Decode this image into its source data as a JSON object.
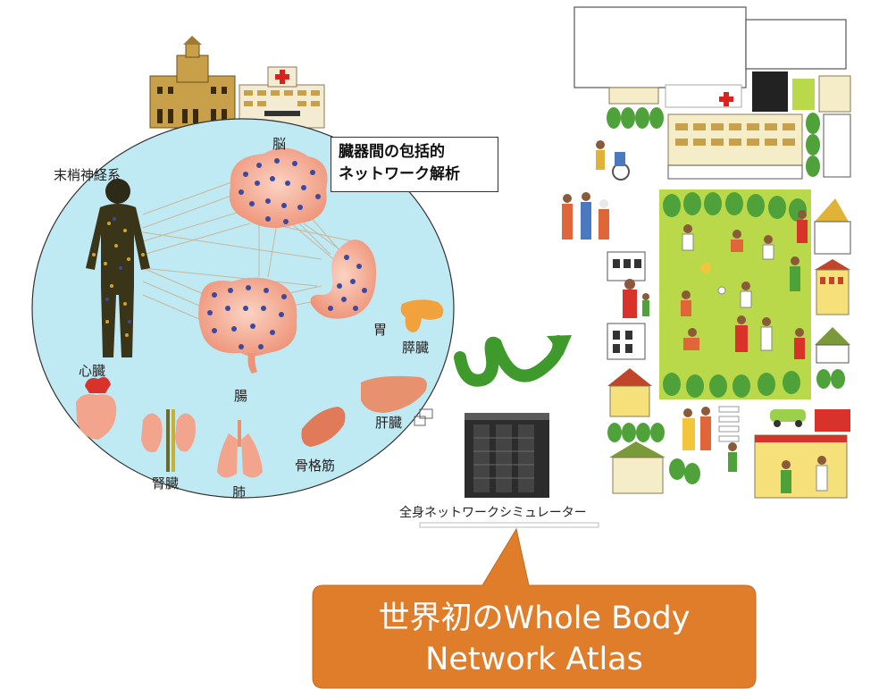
{
  "diagram": {
    "title_box": {
      "line1": "臓器間の包括的",
      "line2": "ネットワーク解析"
    },
    "organs": {
      "peripheral_nerves": "末梢神経系",
      "brain": "脳",
      "stomach": "胃",
      "pancreas": "膵臓",
      "heart": "心臓",
      "intestine": "腸",
      "liver": "肝臓",
      "kidney": "腎臓",
      "lung": "肺",
      "skeletal_muscle": "骨格筋"
    },
    "simulator_label": "全身ネットワークシミュレーター",
    "callout": {
      "line1": "世界初のWhole Body",
      "line2": "Network Atlas"
    }
  },
  "colors": {
    "circle_fill": "#bfe9f3",
    "organ_pink": "#f2a58c",
    "node_blue": "#3b4aa0",
    "arrow_green": "#3f9a2c",
    "park_green": "#b9d94a",
    "callout_orange": "#e07d2a"
  }
}
